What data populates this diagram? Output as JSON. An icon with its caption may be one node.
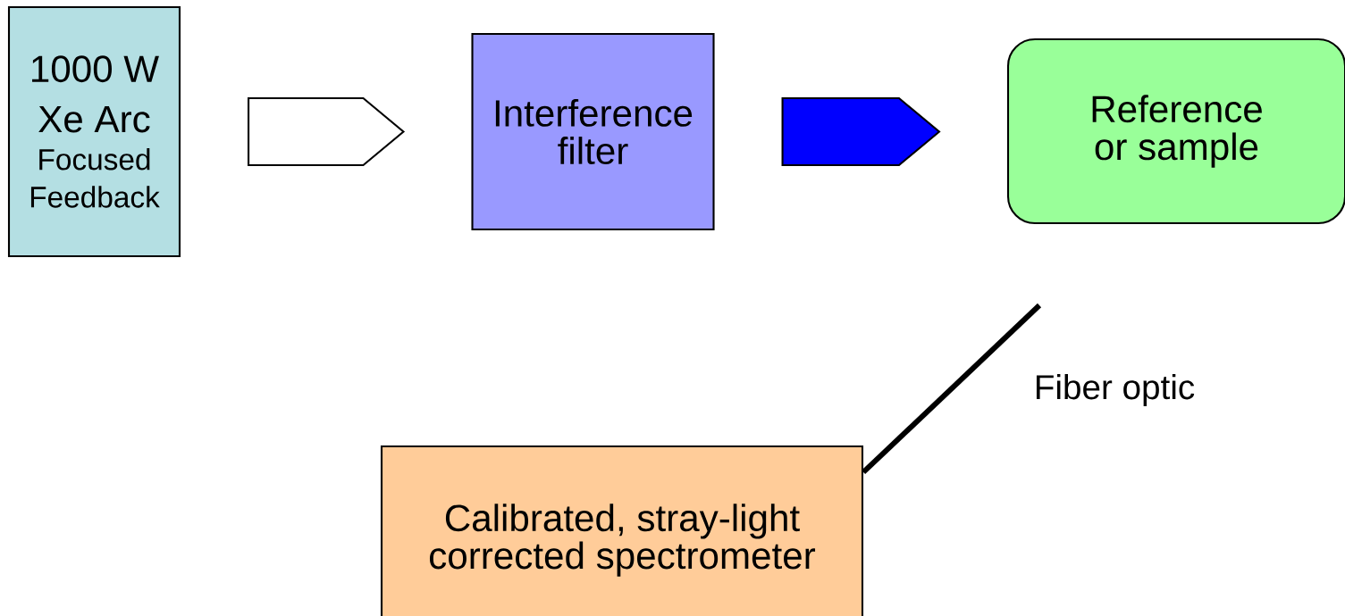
{
  "diagram": {
    "nodes": [
      {
        "text": [
          "1000 W Xe Arc",
          "Focused Feedback"
        ]
      },
      {
        "text": [
          "Interference filter"
        ]
      },
      {
        "text": [
          "Reference or sample"
        ]
      },
      {
        "text": [
          "Calibrated, stray-light corrected spectrometer"
        ]
      }
    ],
    "edges": [
      {
        "from": 0,
        "to": 1,
        "arrow": "to"
      },
      {
        "from": 1,
        "to": 2,
        "arrow": "to",
        "color": "#0000ff"
      },
      {
        "from": 3,
        "to": null,
        "arrow": "none",
        "label": "Fiber optic"
      }
    ]
  }
}
